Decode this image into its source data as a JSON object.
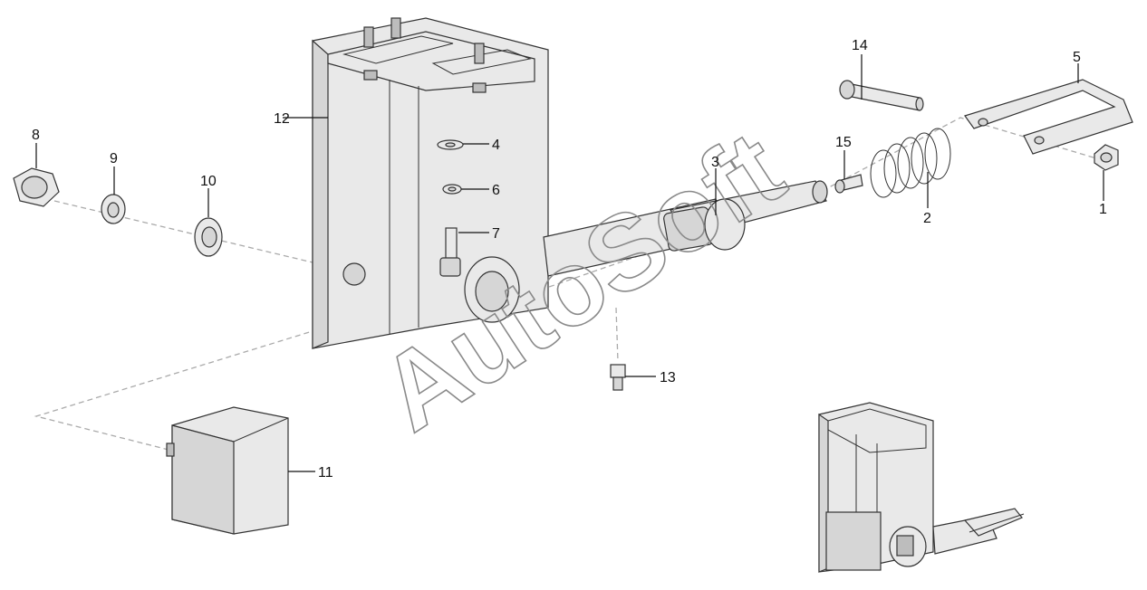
{
  "watermark": "AutoSoft",
  "callouts": {
    "c1": "1",
    "c2": "2",
    "c3": "3",
    "c4": "4",
    "c5": "5",
    "c6": "6",
    "c7": "7",
    "c8": "8",
    "c9": "9",
    "c10": "10",
    "c11": "11",
    "c12": "12",
    "c13": "13",
    "c14": "14",
    "c15": "15"
  },
  "colors": {
    "line": "#333333",
    "fill": "#e9e9e9",
    "watermark": "#8a8a8a"
  }
}
